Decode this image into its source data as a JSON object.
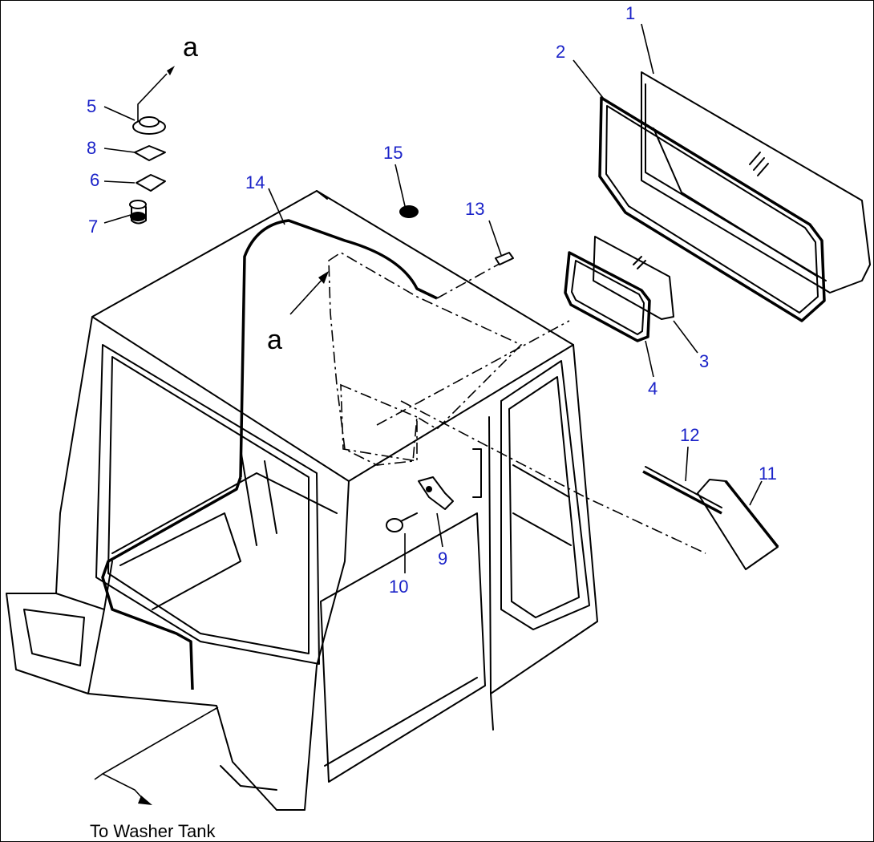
{
  "labels": {
    "l1": "1",
    "l2": "2",
    "l3": "3",
    "l4": "4",
    "l5": "5",
    "l6": "6",
    "l7": "7",
    "l8": "8",
    "l9": "9",
    "l10": "10",
    "l11": "11",
    "l12": "12",
    "l13": "13",
    "l14": "14",
    "l15": "15"
  },
  "markers": {
    "a_top": "a",
    "a_mid": "a"
  },
  "caption": "To Washer Tank",
  "colors": {
    "label": "#1a22c8",
    "line": "#000000",
    "background": "#ffffff"
  }
}
